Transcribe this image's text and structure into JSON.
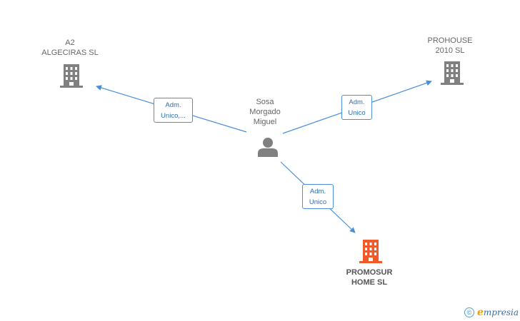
{
  "nodes": {
    "person": {
      "name": "Sosa\nMorgado\nMiguel",
      "icon": "person-icon"
    },
    "a2": {
      "name": "A2\nALGECIRAS SL",
      "icon": "building-icon"
    },
    "prohouse": {
      "name": "PROHOUSE\n2010 SL",
      "icon": "building-icon"
    },
    "promosur": {
      "name": "PROMOSUR\nHOME SL",
      "icon": "building-icon"
    }
  },
  "edges": {
    "to_a2": "Adm.\nUnico,...",
    "to_prohouse": "Adm.\nUnico",
    "to_promosur": "Adm.\nUnico"
  },
  "footer": {
    "copyright": "©",
    "brand_e": "e",
    "brand_rest": "mpresia"
  },
  "colors": {
    "edge": "#4a90d9",
    "node_gray": "#808080",
    "node_highlight": "#f05a28"
  }
}
